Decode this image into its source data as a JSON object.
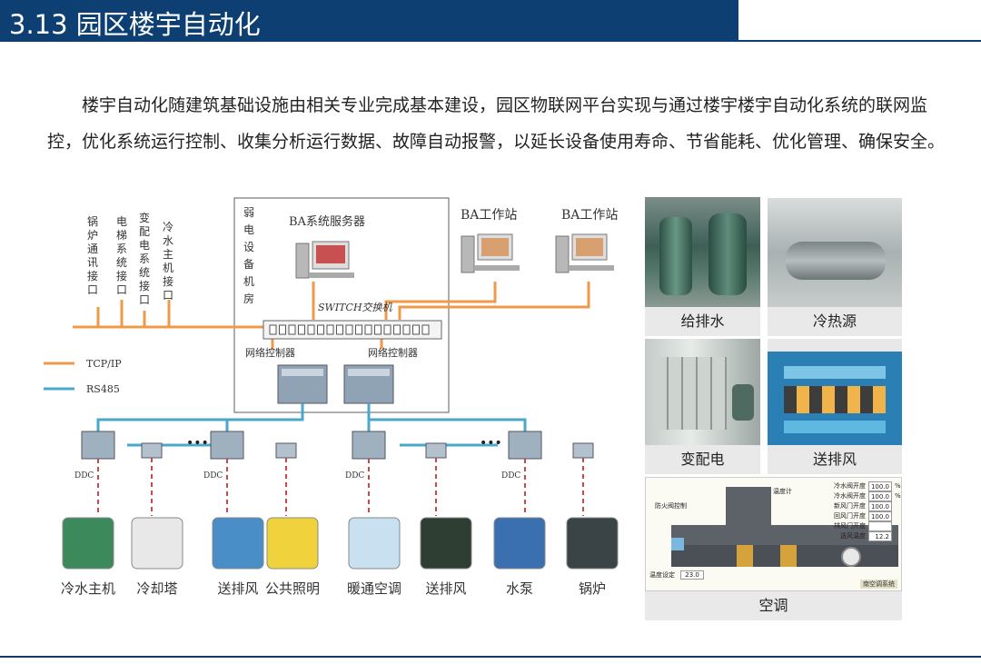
{
  "header": {
    "title": "3.13 园区楼宇自动化"
  },
  "intro": "楼宇自动化随建筑基础设施由相关专业完成基本建设，园区物联网平台实现与通过楼宇楼宇自动化系统的联网监控，优化系统运行控制、收集分析运行数据、故障自动报警，以延长设备使用寿命、节省能耗、优化管理、确保安全。",
  "diagram": {
    "interfaces": [
      "锅炉通讯接口",
      "电梯系统接口",
      "变配电系统接口",
      "冷水主机接口"
    ],
    "room_label": "弱电设备机房",
    "server_label": "BA系统服务器",
    "switch_label": "SWITCH交换机",
    "workstations": [
      "BA工作站",
      "BA工作站"
    ],
    "net_controllers": [
      "网络控制器",
      "网络控制器"
    ],
    "legend": [
      {
        "label": "TCP/IP",
        "color": "#ef9a4a"
      },
      {
        "label": "RS485",
        "color": "#4aa8c8"
      }
    ],
    "ddc_label": "DDC",
    "ellipsis": "•••",
    "devices": [
      "冷水主机",
      "冷却塔",
      "送排风",
      "公共照明",
      "暖通空调",
      "送排风",
      "水泵",
      "锅炉"
    ]
  },
  "photos": {
    "water": "给排水",
    "cooling": "冷热源",
    "power": "变配电",
    "ventilation": "送排风",
    "hvac": "空调"
  },
  "hvac_panel": {
    "chiller_label": "防火阀控制",
    "temp_label": "温度计",
    "rows": [
      {
        "label": "冷水阀开度",
        "value": "100.0",
        "unit": "%"
      },
      {
        "label": "冷水阀开度",
        "value": "100.0",
        "unit": "%"
      },
      {
        "label": "新风门开度",
        "value": "100.0",
        "unit": ""
      },
      {
        "label": "回风门开度",
        "value": "100.0",
        "unit": ""
      },
      {
        "label": "排风门开度",
        "value": "",
        "unit": ""
      },
      {
        "label": "送风温度",
        "value": "12.2",
        "unit": ""
      }
    ],
    "setpoint_label": "温度设定",
    "setpoint_value": "23.0",
    "system_name": "南空调系统"
  }
}
